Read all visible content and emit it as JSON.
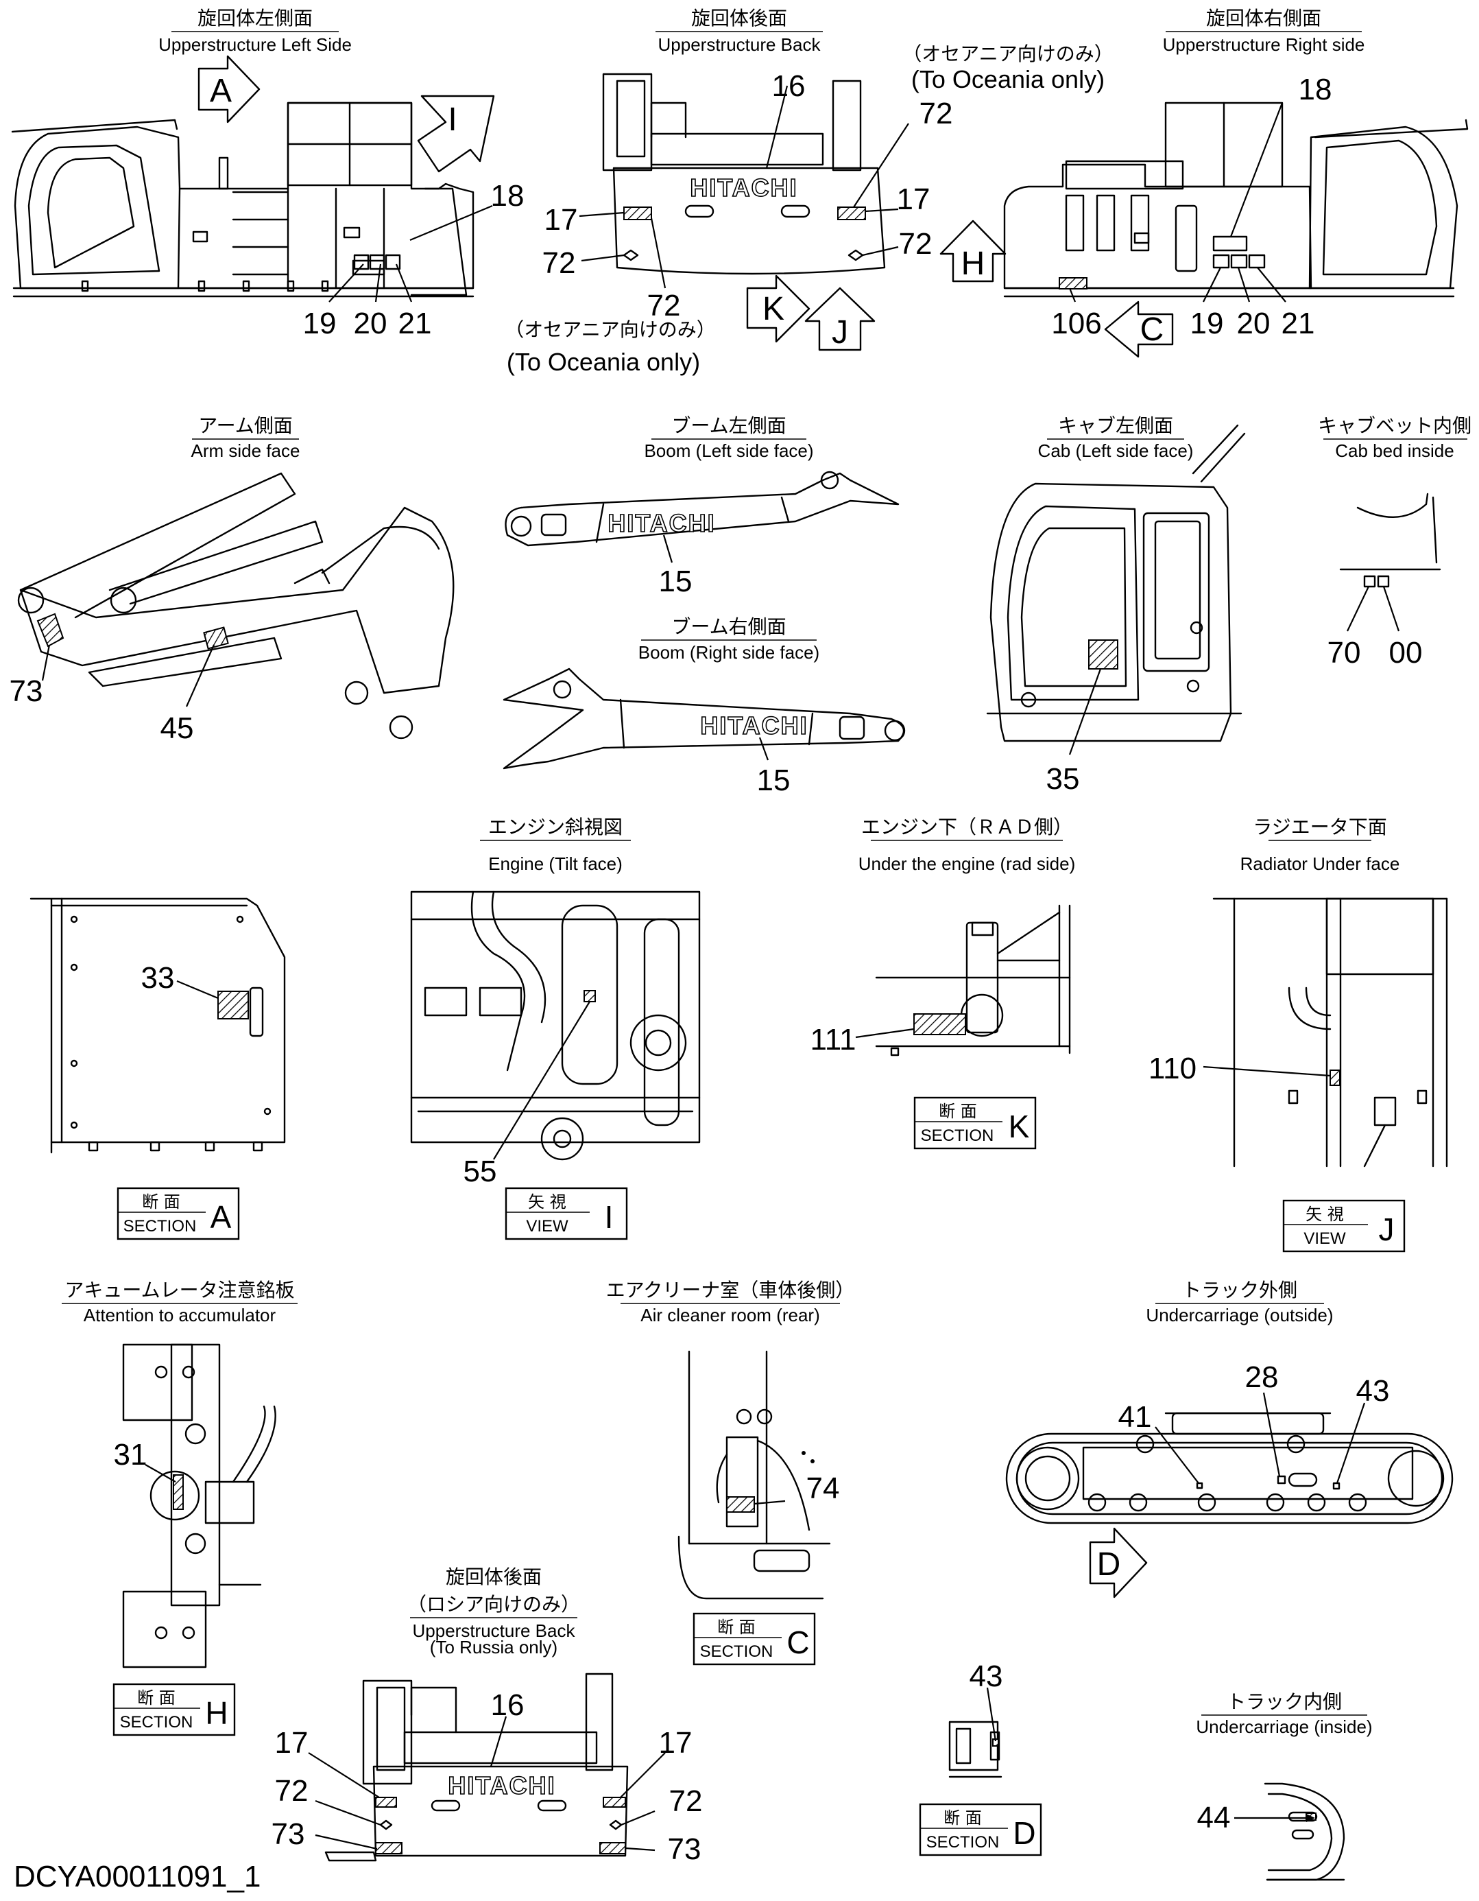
{
  "document_code": "DCYA00011091_1",
  "brand": "HITACHI",
  "views": {
    "upper_left": {
      "jp": "旋回体左側面",
      "en": "Upperstructure Left Side",
      "arrow_a": "A",
      "arrow_i": "I",
      "callouts": [
        "18",
        "19",
        "20",
        "21"
      ]
    },
    "upper_back": {
      "jp": "旋回体後面",
      "en": "Upperstructure Back",
      "note_jp": "（オセアニア向けのみ）",
      "note_en": "(To Oceania only)",
      "arrow_k": "K",
      "arrow_j": "J",
      "callouts": [
        "16",
        "17",
        "17",
        "72",
        "72",
        "72",
        "72"
      ]
    },
    "upper_right": {
      "jp": "旋回体右側面",
      "en": "Upperstructure Right side",
      "arrow_h": "H",
      "arrow_c": "C",
      "callouts": [
        "18",
        "19",
        "20",
        "21",
        "106"
      ]
    },
    "arm": {
      "jp": "アーム側面",
      "en": "Arm side face",
      "callouts": [
        "73",
        "45"
      ]
    },
    "boom_left": {
      "jp": "ブーム左側面",
      "en": "Boom (Left side face)",
      "callouts": [
        "15"
      ]
    },
    "boom_right": {
      "jp": "ブーム右側面",
      "en": "Boom (Right side face)",
      "callouts": [
        "15"
      ]
    },
    "cab_left": {
      "jp": "キャブ左側面",
      "en": "Cab (Left side face)",
      "callouts": [
        "35"
      ]
    },
    "cab_bed": {
      "jp": "キャブベット内側",
      "en": "Cab bed inside",
      "callouts": [
        "70",
        "00"
      ]
    },
    "section_a": {
      "jp": "断 面",
      "en": "SECTION",
      "letter": "A",
      "callouts": [
        "33"
      ]
    },
    "engine_tilt": {
      "jp": "エンジン斜視図",
      "en": "Engine (Tilt face)",
      "callouts": [
        "55"
      ],
      "view_jp": "矢 視",
      "view_en": "VIEW",
      "view_letter": "I"
    },
    "under_engine": {
      "jp": "エンジン下（ＲＡＤ側）",
      "en": "Under the engine (rad side)",
      "callouts": [
        "111"
      ],
      "sec_jp": "断 面",
      "sec_en": "SECTION",
      "sec_letter": "K"
    },
    "radiator": {
      "jp": "ラジエータ下面",
      "en": "Radiator Under face",
      "callouts": [
        "110"
      ],
      "view_jp": "矢 視",
      "view_en": "VIEW",
      "view_letter": "J"
    },
    "accumulator": {
      "jp": "アキュームレータ注意銘板",
      "en": "Attention to accumulator",
      "callouts": [
        "31"
      ],
      "sec_jp": "断 面",
      "sec_en": "SECTION",
      "sec_letter": "H"
    },
    "air_cleaner": {
      "jp": "エアクリーナ室（車体後側）",
      "en": "Air cleaner room (rear)",
      "callouts": [
        "74"
      ],
      "sec_jp": "断 面",
      "sec_en": "SECTION",
      "sec_letter": "C"
    },
    "track_out": {
      "jp": "トラック外側",
      "en": "Undercarriage (outside)",
      "callouts": [
        "41",
        "28",
        "43"
      ],
      "arrow_d": "D"
    },
    "russia_back": {
      "jp": "旋回体後面",
      "jp2": "（ロシア向けのみ）",
      "en": "Upperstructure Back",
      "en2": "(To Russia only)",
      "callouts": [
        "16",
        "17",
        "17",
        "72",
        "72",
        "73",
        "73"
      ]
    },
    "section_d": {
      "callouts": [
        "43"
      ],
      "sec_jp": "断 面",
      "sec_en": "SECTION",
      "sec_letter": "D"
    },
    "track_in": {
      "jp": "トラック内側",
      "en": "Undercarriage (inside)",
      "callouts": [
        "44"
      ]
    }
  }
}
